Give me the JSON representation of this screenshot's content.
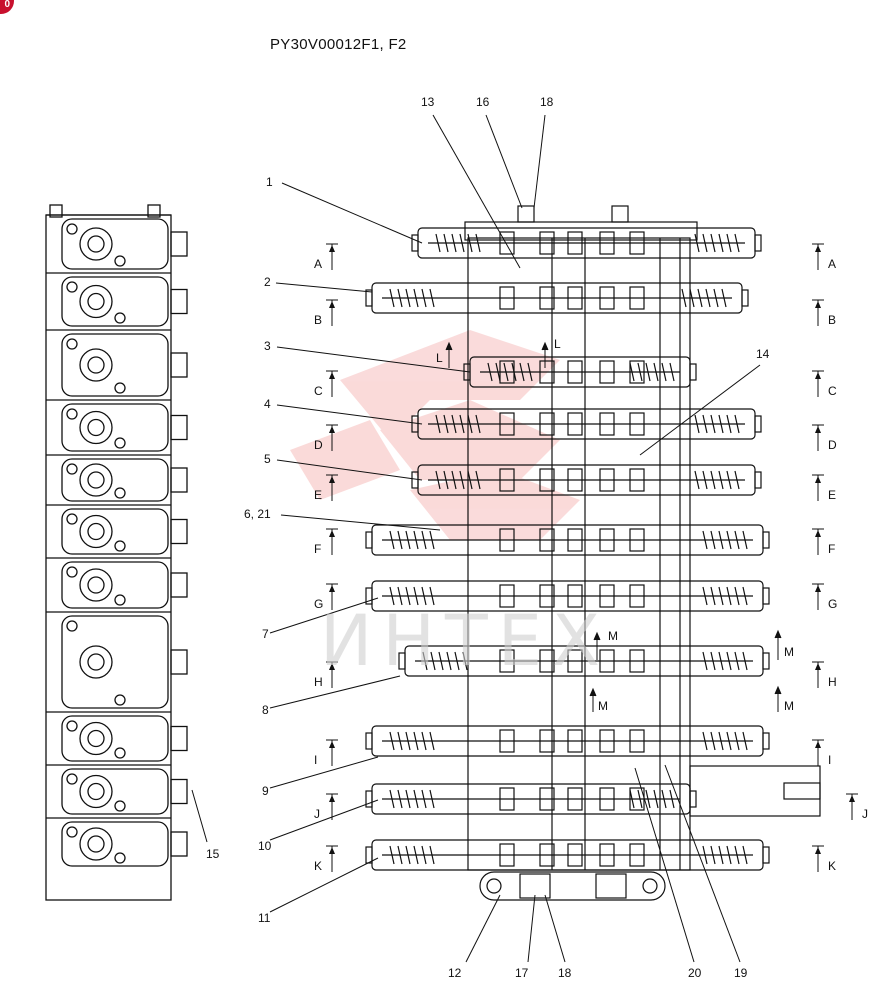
{
  "badge": "0",
  "title": "PY30V00012F1, F2",
  "watermark": "ИНТЕХ",
  "part_labels": {
    "p1": "1",
    "p2": "2",
    "p3": "3",
    "p4": "4",
    "p5": "5",
    "p6": "6, 21",
    "p7": "7",
    "p8": "8",
    "p9": "9",
    "p10": "10",
    "p11": "11",
    "p12": "12",
    "p13": "13",
    "p14": "14",
    "p15": "15",
    "p16": "16",
    "p17": "17",
    "p18a": "18",
    "p18b": "18",
    "p19": "19",
    "p20": "20"
  },
  "section_labels": {
    "left": [
      "A",
      "B",
      "C",
      "D",
      "E",
      "F",
      "G",
      "H",
      "I",
      "J",
      "K"
    ],
    "right": [
      "A",
      "B",
      "C",
      "D",
      "E",
      "F",
      "G",
      "H",
      "I",
      "J",
      "K"
    ],
    "L": "L",
    "M": "M"
  },
  "colors": {
    "line": "#111111",
    "watermark": "#e53935"
  }
}
